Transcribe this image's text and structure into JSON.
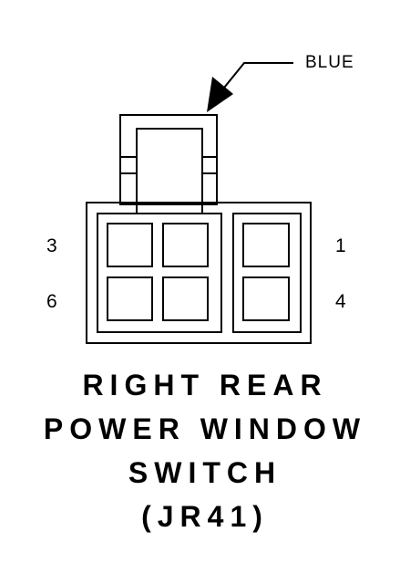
{
  "connector": {
    "wire_color_label": "BLUE",
    "pins": {
      "top_left": "3",
      "bottom_left": "6",
      "top_right": "1",
      "bottom_right": "4"
    }
  },
  "title": {
    "line1": "RIGHT REAR",
    "line2": "POWER WINDOW",
    "line3": "SWITCH",
    "line4": "(JR41)"
  },
  "colors": {
    "ink": "#000000",
    "background": "#ffffff"
  }
}
